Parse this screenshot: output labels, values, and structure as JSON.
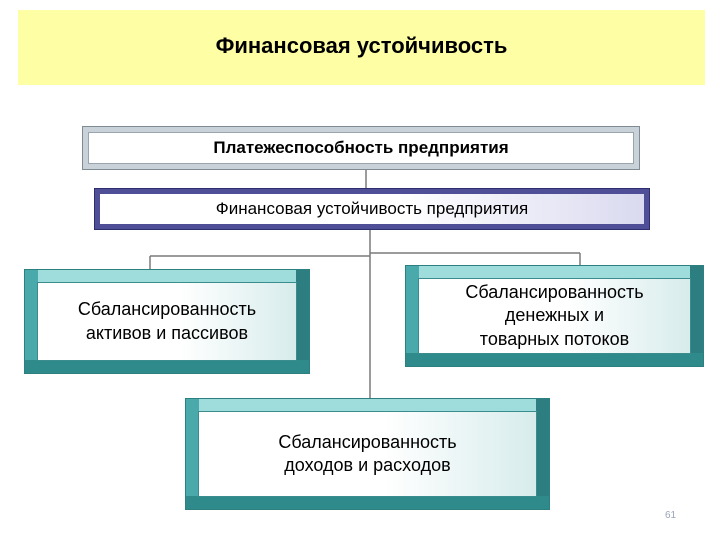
{
  "title": "Финансовая устойчивость",
  "nodes": {
    "solvency": "Платежеспособность предприятия",
    "stability": "Финансовая устойчивость предприятия",
    "assets_liabilities": "Сбалансированность\nактивов и пассивов",
    "cash_goods": "Сбалансированность\nденежных и\nтоварных потоков",
    "income_expenses": "Сбалансированность\nдоходов и расходов"
  },
  "page_number": "61",
  "colors": {
    "title_band": "#fefea4",
    "teal": "#5fb9b9",
    "blue_border": "#4f4f98"
  }
}
